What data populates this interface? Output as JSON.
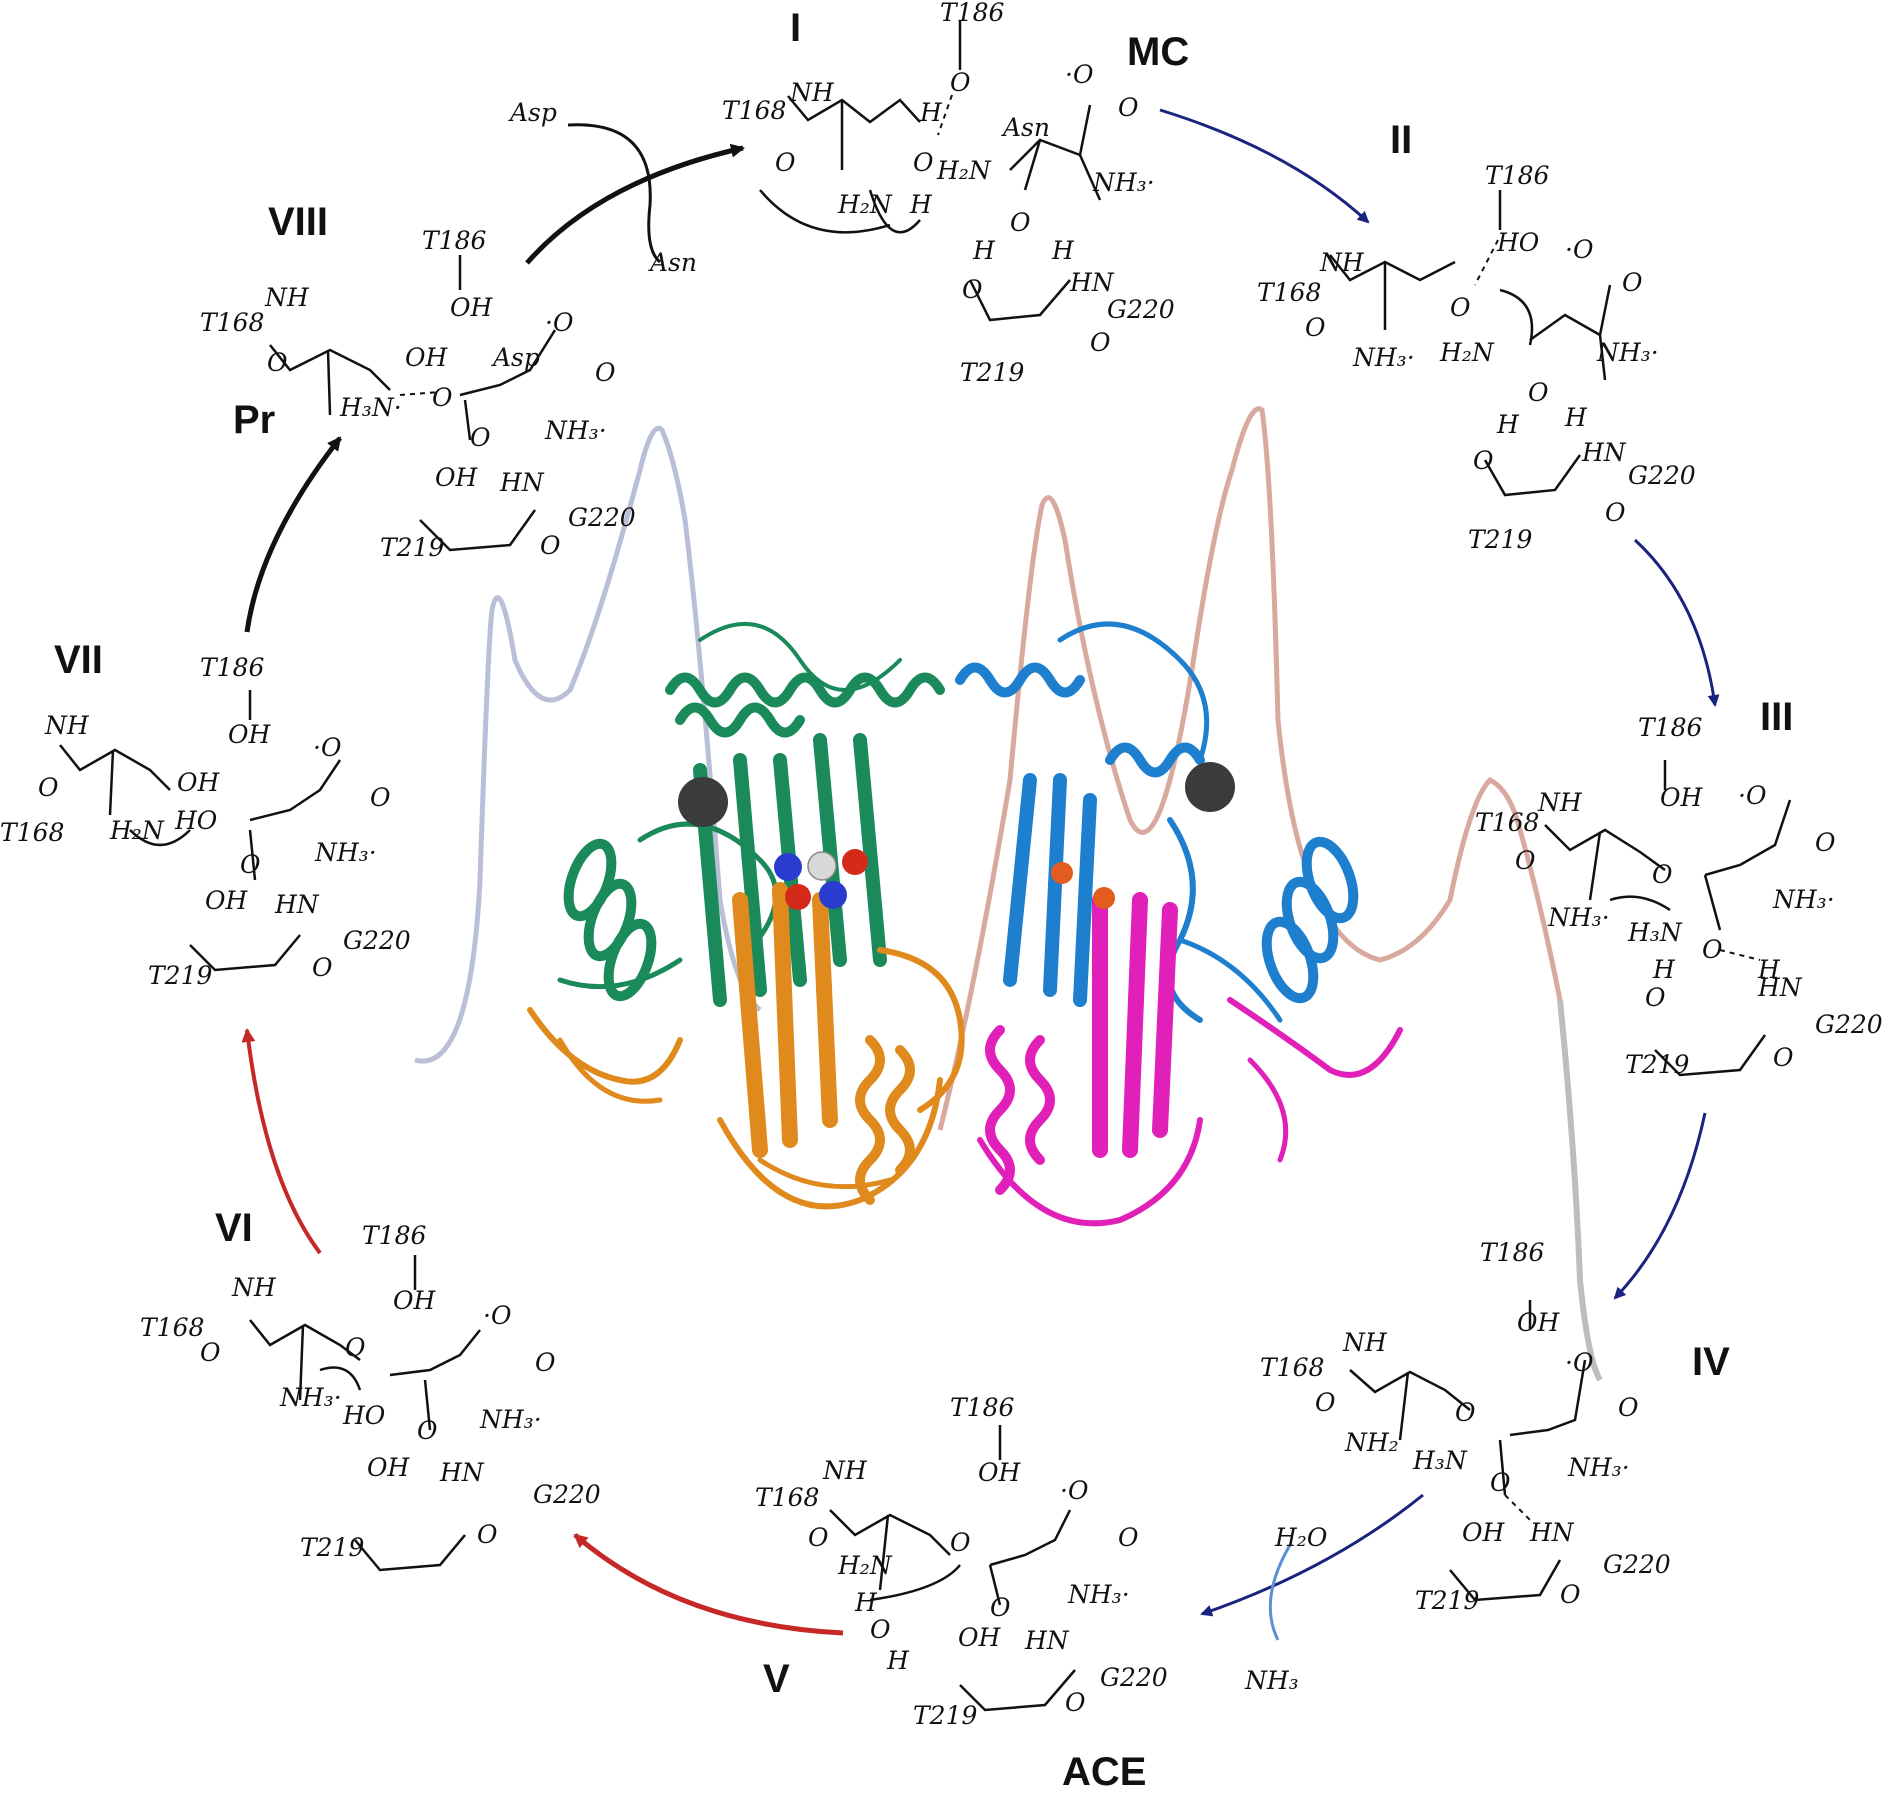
{
  "stages": {
    "I": "I",
    "MC": "MC",
    "II": "II",
    "III": "III",
    "IV": "IV",
    "V": "V",
    "ACE": "ACE",
    "VI": "VI",
    "VII": "VII",
    "VIII": "VIII",
    "Pr": "Pr"
  },
  "reagents": {
    "asp": "Asp",
    "asn": "Asn",
    "h2o": "H₂O",
    "nh3": "NH₃"
  },
  "residues": {
    "t168": "T168",
    "t186": "T186",
    "t219": "T219",
    "g220": "G220",
    "asn": "Asn",
    "asp": "Asp"
  },
  "groups": {
    "nh": "NH",
    "oh": "OH",
    "ho": "HO",
    "h": "H",
    "o": "O",
    "o_minus": "·O",
    "h2n": "H₂N",
    "h3n": "H₃N",
    "nh3plus": "NH₃·",
    "hn": "HN",
    "nh2": "NH₂",
    "h3n_plus": "H₃N·"
  },
  "colors": {
    "arrow_forward": "#1a237e",
    "arrow_hydrolysis": "#c62828",
    "arrow_release": "#111111",
    "protein_green": "#1b8a5a",
    "protein_orange": "#e08a1e",
    "protein_blue": "#1e7fcf",
    "protein_magenta": "#e020b8",
    "energy_left": "#b9bfd6",
    "energy_right": "#d9a89e",
    "nh3_arrow": "#5b8fd6"
  }
}
